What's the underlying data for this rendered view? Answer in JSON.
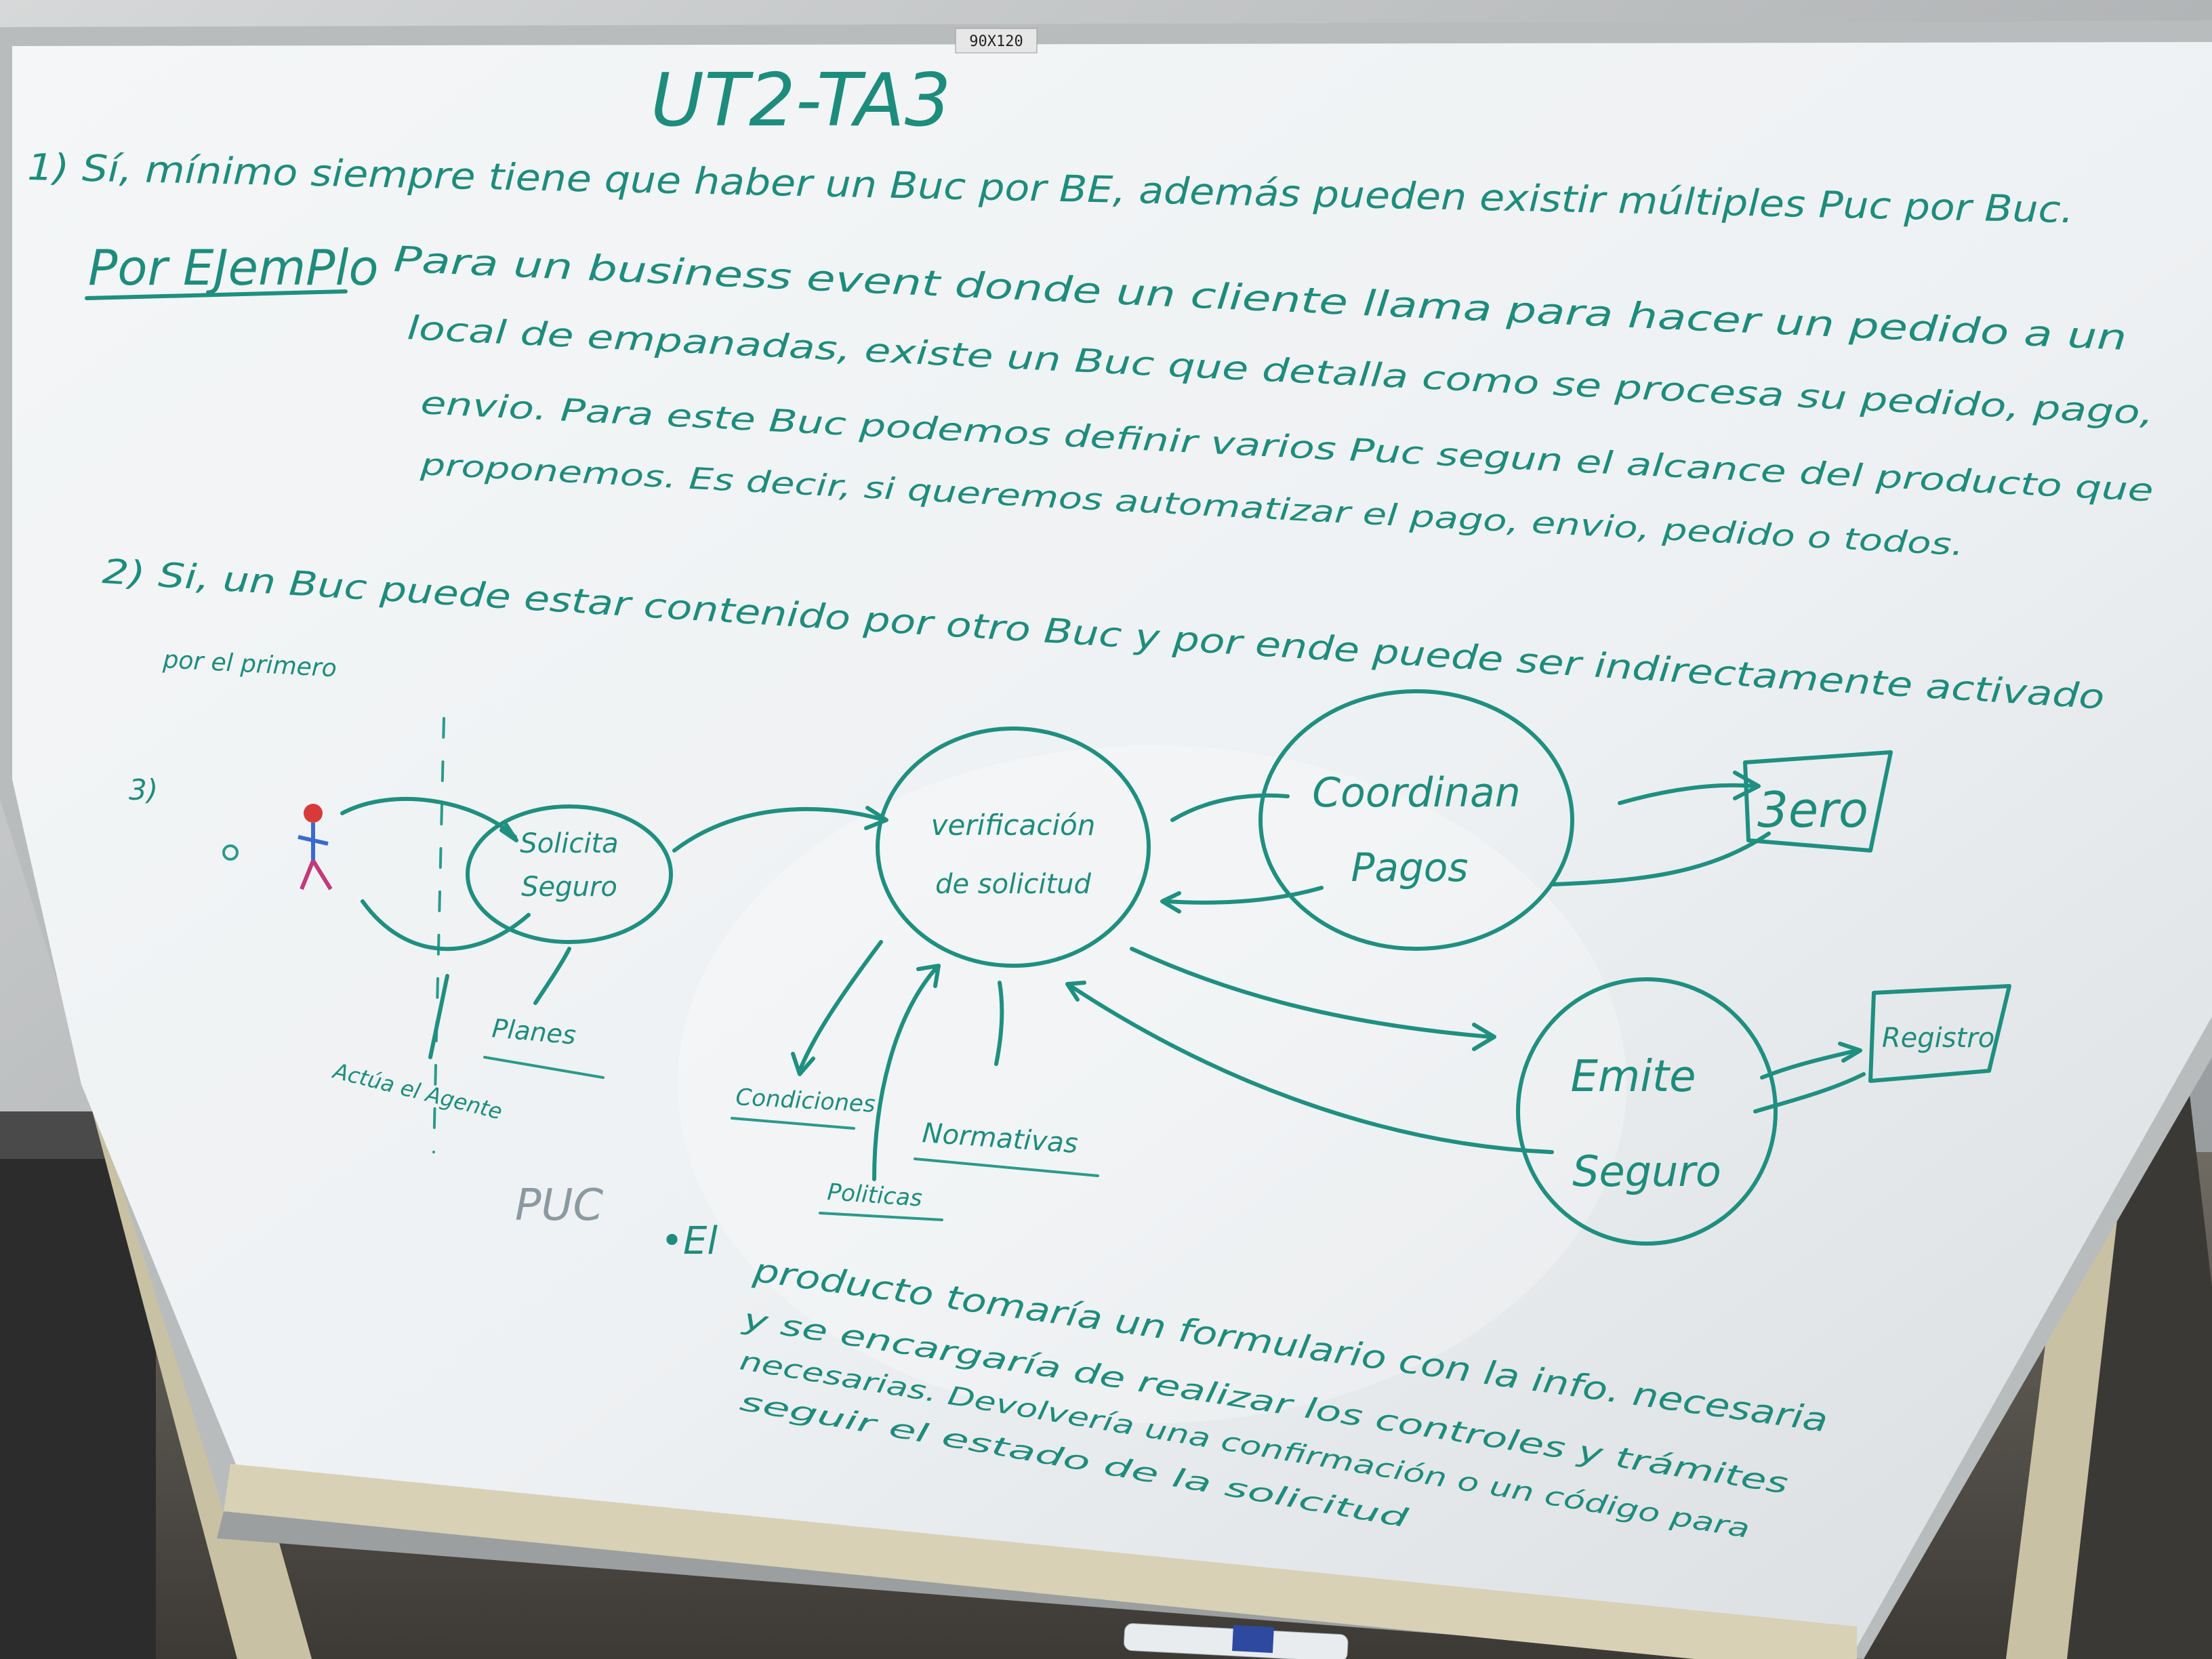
{
  "board": {
    "size_tag": "90X120",
    "title": "UT2-TA3",
    "line1": "1) Sí, mínimo siempre tiene que haber un Buc por BE, además pueden existir múltiples Puc por Buc.",
    "ejemplo_label": "Por EJemPlo",
    "ex_line1": "Para un business event donde un cliente llama para hacer un pedido a un",
    "ex_line2": "local de empanadas, existe un Buc que detalla como se procesa su pedido, pago,",
    "ex_line3": "envio. Para este Buc podemos definir varios Puc segun el alcance del producto que",
    "ex_line4": "proponemos. Es decir, si queremos automatizar el pago, envio, pedido o todos.",
    "line2a": "2) Si, un Buc puede estar contenido por otro Buc y por ende puede ser indirectamente activado",
    "line2b": "por el primero",
    "item3": "3)",
    "diagram": {
      "actor_label": "Actúa el Agente",
      "node_solicita": [
        "Solicita",
        "Seguro"
      ],
      "node_verificacion": [
        "verificación",
        "de solicitud"
      ],
      "node_coordinan": [
        "Coordinan",
        "Pagos"
      ],
      "node_emite": [
        "Emite",
        "Seguro"
      ],
      "box_tercero": "3ero",
      "box_registro": "Registro",
      "planes": "Planes",
      "condiciones": "Condiciones",
      "normativas": "Normativas",
      "politicas": "Politicas",
      "puc": "PUC"
    },
    "bullet_lead": "•El",
    "p_line1": "producto tomaría un formulario con la info. necesaria",
    "p_line2": "y se encargaría de realizar los controles y trámites",
    "p_line3": "necesarias. Devolvería una confirmación o un código para",
    "p_line4": "seguir el estado de la solicitud"
  },
  "colors": {
    "marker": "#1e8c7c",
    "board": "#eef1f3",
    "frame": "#b9bcbd"
  }
}
